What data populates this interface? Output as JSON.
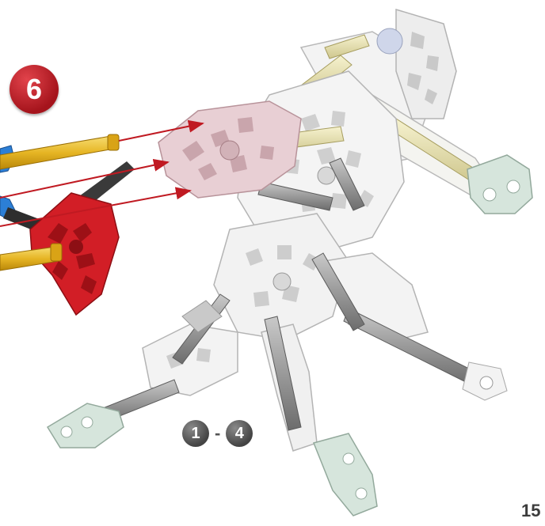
{
  "step": {
    "number": "6"
  },
  "substeps": {
    "start": "1",
    "separator": "-",
    "end": "4"
  },
  "page": {
    "number": "15"
  },
  "colors": {
    "step_badge": "#c0202a",
    "arrow": "#c01a22",
    "pink_connector": "#e8cfd4",
    "white_parts": "#ececec",
    "grey_rods": "#9a9a9a",
    "yellow_rods": "#e6b524",
    "red_connector": "#d21e26",
    "blue_part": "#2c7fd6",
    "end_caps": "#d6e5dc"
  },
  "icons": [
    "step-badge-icon",
    "substep-range-icon",
    "instruction-arrow-icon"
  ]
}
